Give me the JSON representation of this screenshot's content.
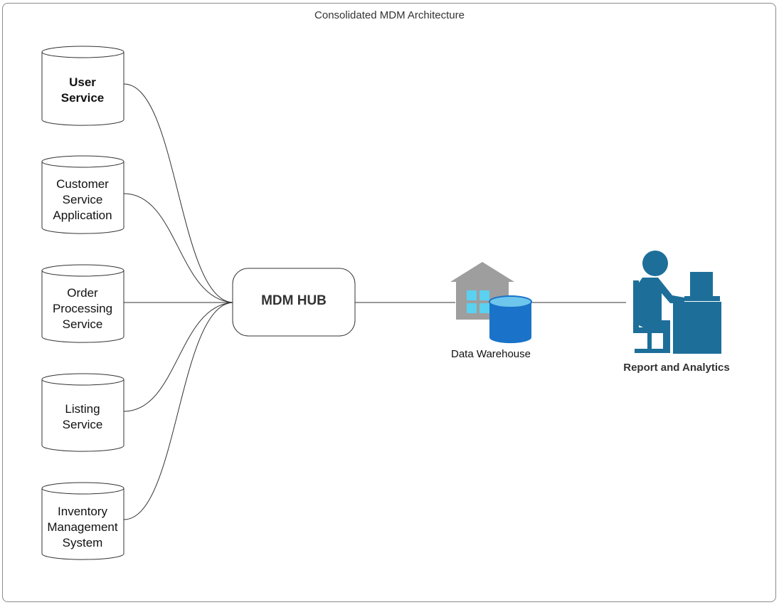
{
  "diagram": {
    "title": "Consolidated MDM Architecture",
    "sources": [
      {
        "id": "user",
        "label": "User\nService",
        "bold": true
      },
      {
        "id": "customer",
        "label": "Customer\nService\nApplication",
        "bold": false
      },
      {
        "id": "order",
        "label": "Order\nProcessing\nService",
        "bold": false
      },
      {
        "id": "listing",
        "label": "Listing\nService",
        "bold": false
      },
      {
        "id": "inventory",
        "label": "Inventory\nManagement\nSystem",
        "bold": false
      }
    ],
    "hub": {
      "label": "MDM HUB"
    },
    "warehouse": {
      "label": "Data Warehouse",
      "icon": "data-warehouse-icon"
    },
    "consumer": {
      "label": "Report and Analytics",
      "icon": "analyst-at-computer-icon"
    },
    "colors": {
      "stroke": "#333333",
      "warehouse_roof": "#9e9e9e",
      "warehouse_window": "#5ad1f0",
      "cylinder_blue": "#1a73c9",
      "cylinder_top": "#6fc6ec",
      "analyst": "#1d6f9a"
    }
  }
}
